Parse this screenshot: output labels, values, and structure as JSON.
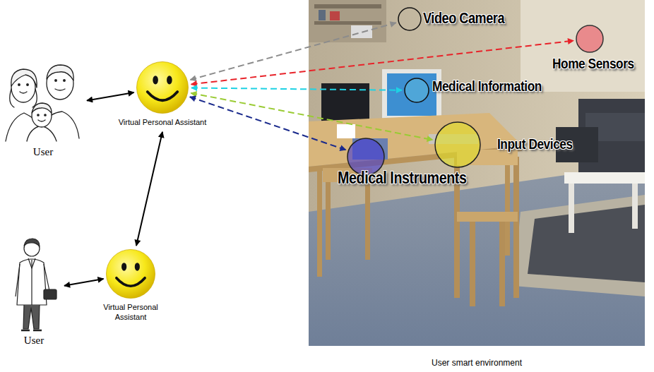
{
  "diagram": {
    "nodes": [
      {
        "text": [
          "User"
        ]
      },
      {
        "text": [
          "Virtual Personal Assistant"
        ]
      },
      {
        "text": [
          "User"
        ]
      },
      {
        "text": [
          "Virtual Personal Assistant"
        ]
      },
      {
        "text": [
          "User smart environment"
        ]
      },
      {
        "text": [
          "Video Camera"
        ],
        "in": 4
      },
      {
        "text": [
          "Home Sensors"
        ],
        "in": 4
      },
      {
        "text": [
          "Medical Information"
        ],
        "in": 4
      },
      {
        "text": [
          "Input Devices"
        ],
        "in": 4
      },
      {
        "text": [
          "Medical Instruments"
        ],
        "in": 4
      }
    ],
    "edges": [
      {
        "from": 0,
        "to": 1,
        "arrow": "both"
      },
      {
        "from": 2,
        "to": 3,
        "arrow": "both"
      },
      {
        "from": 1,
        "to": 3,
        "arrow": "both"
      },
      {
        "from": 1,
        "to": 5,
        "arrow": "both"
      },
      {
        "from": 1,
        "to": 6,
        "arrow": "both"
      },
      {
        "from": 1,
        "to": 7,
        "arrow": "both"
      },
      {
        "from": 1,
        "to": 8,
        "arrow": "both"
      },
      {
        "from": 1,
        "to": 9,
        "arrow": "both"
      }
    ]
  }
}
